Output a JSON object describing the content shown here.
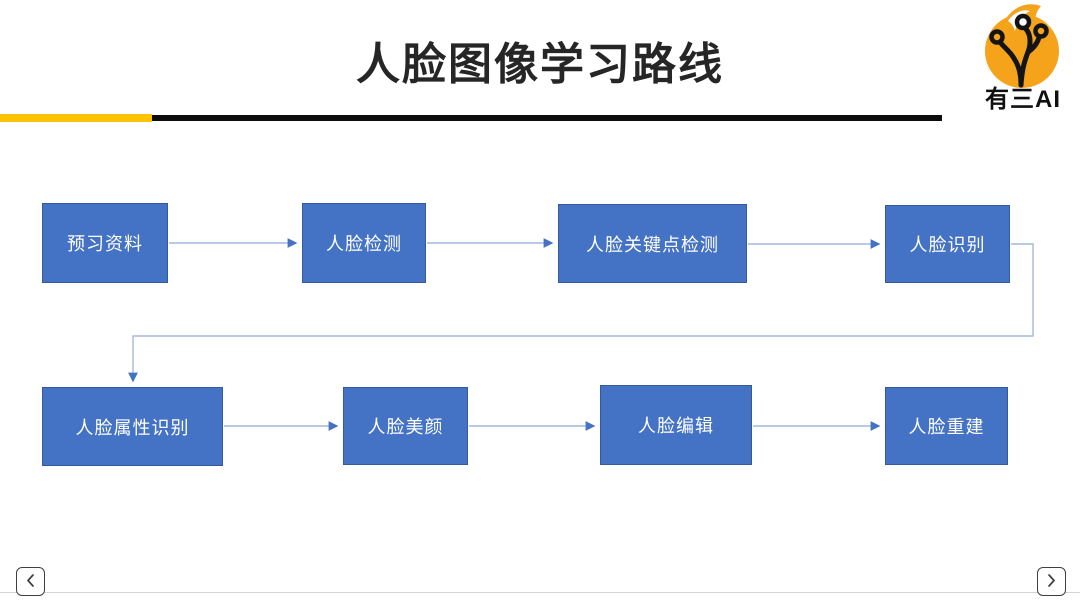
{
  "colors": {
    "title_color": "#262626",
    "divider_yellow": "#FDC306",
    "divider_black": "#0D0D0D",
    "node_fill": "#4472C4",
    "node_border": "#35599F",
    "connector": "#A4B8DC",
    "arrowhead": "#4472C4",
    "logo_orange": "#F6A31C"
  },
  "header": {
    "title": "人脸图像学习路线"
  },
  "logo": {
    "brand_text": "有三AI"
  },
  "diagram": {
    "nodes": [
      {
        "id": "preview-materials",
        "label": "预习资料"
      },
      {
        "id": "face-detection",
        "label": "人脸检测"
      },
      {
        "id": "face-landmark-detection",
        "label": "人脸关键点检测"
      },
      {
        "id": "face-recognition",
        "label": "人脸识别"
      },
      {
        "id": "face-attribute-recognition",
        "label": "人脸属性识别"
      },
      {
        "id": "face-beautification",
        "label": "人脸美颜"
      },
      {
        "id": "face-editing",
        "label": "人脸编辑"
      },
      {
        "id": "face-reconstruction",
        "label": "人脸重建"
      }
    ],
    "edges": [
      [
        "预习资料",
        "人脸检测"
      ],
      [
        "人脸检测",
        "人脸关键点检测"
      ],
      [
        "人脸关键点检测",
        "人脸识别"
      ],
      [
        "人脸识别",
        "人脸属性识别"
      ],
      [
        "人脸属性识别",
        "人脸美颜"
      ],
      [
        "人脸美颜",
        "人脸编辑"
      ],
      [
        "人脸编辑",
        "人脸重建"
      ]
    ]
  },
  "nav": {
    "prev_icon": "chevron-left",
    "next_icon": "chevron-right"
  }
}
